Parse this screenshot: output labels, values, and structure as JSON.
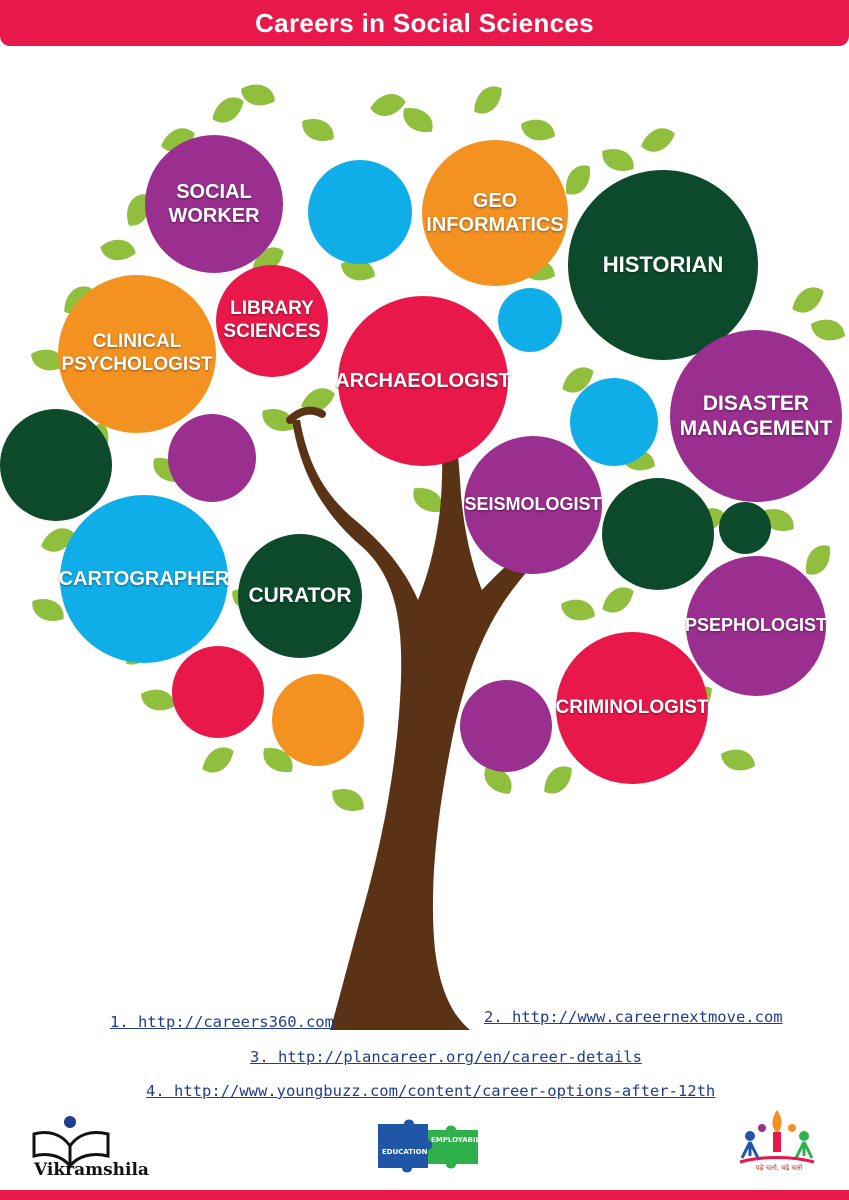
{
  "header": {
    "title": "Careers in Social Sciences"
  },
  "colors": {
    "header_red": "#e8194a",
    "purple": "#9b2f8f",
    "orange": "#f39221",
    "cyan": "#10aee8",
    "dark_green": "#0d4a2b",
    "red": "#e8194a",
    "trunk_brown": "#5a3216",
    "leaf_green": "#8fbf3d"
  },
  "careers": [
    {
      "label": "SOCIAL WORKER",
      "lines": [
        "SOCIAL",
        "WORKER"
      ],
      "color": "purple"
    },
    {
      "label": "GEO INFORMATICS",
      "lines": [
        "GEO",
        "INFORMATICS"
      ],
      "color": "orange"
    },
    {
      "label": "HISTORIAN",
      "lines": [
        "HISTORIAN"
      ],
      "color": "dark_green"
    },
    {
      "label": "LIBRARY SCIENCES",
      "lines": [
        "LIBRARY",
        "SCIENCES"
      ],
      "color": "red"
    },
    {
      "label": "CLINICAL PSYCHOLOGIST",
      "lines": [
        "CLINICAL",
        "PSYCHOLOGIST"
      ],
      "color": "orange"
    },
    {
      "label": "ARCHAEOLOGIST",
      "lines": [
        "ARCHAEOLOGIST"
      ],
      "color": "red"
    },
    {
      "label": "DISASTER MANAGEMENT",
      "lines": [
        "DISASTER",
        "MANAGEMENT"
      ],
      "color": "purple"
    },
    {
      "label": "SEISMOLOGIST",
      "lines": [
        "SEISMOLOGIST"
      ],
      "color": "purple"
    },
    {
      "label": "CARTOGRAPHER",
      "lines": [
        "CARTOGRAPHER"
      ],
      "color": "cyan"
    },
    {
      "label": "CURATOR",
      "lines": [
        "CURATOR"
      ],
      "color": "dark_green"
    },
    {
      "label": "PSEPHOLOGIST",
      "lines": [
        "PSEPHOLOGIST"
      ],
      "color": "purple"
    },
    {
      "label": "CRIMINOLOGIST",
      "lines": [
        "CRIMINOLOGIST"
      ],
      "color": "red"
    }
  ],
  "links": [
    "1. http://careers360.com",
    "2. http://www.careernextmove.com",
    "3. http://plancareer.org/en/career-details",
    "4. http://www.youngbuzz.com/content/career-options-after-12th"
  ],
  "logos": {
    "left": {
      "text": "Vikramshila",
      "icon": "book-reader-icon"
    },
    "middle": {
      "left_piece": "EDUCATION",
      "right_piece": "EMPLOYABILITY",
      "icon": "puzzle-icon"
    },
    "right": {
      "text": "पढ़े चलो, बढ़े चलो",
      "icon": "children-flame-icon"
    }
  }
}
